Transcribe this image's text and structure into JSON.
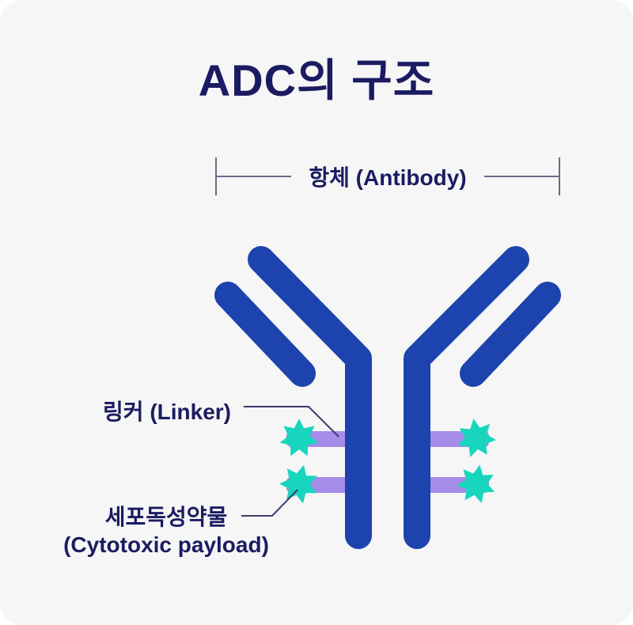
{
  "page": {
    "background": "#ffffff",
    "card_background": "#f6f6f7"
  },
  "title": {
    "text": "ADC의 구조"
  },
  "bracket": {
    "label": "항체 (Antibody)"
  },
  "annotations": {
    "linker_label": "링커 (Linker)",
    "payload_label_line1": "세포독성약물",
    "payload_label_line2": "(Cytotoxic payload)"
  },
  "colors": {
    "antibody_blue": "#1d43ae",
    "linker_purple": "#a48ce8",
    "payload_teal": "#17d6bd",
    "text_navy": "#1b1b62",
    "bracket_line": "#6a6a90",
    "pointer_line": "#3d3a6d"
  },
  "counts": {
    "linker_bars": 4,
    "payload_stars": 4
  }
}
